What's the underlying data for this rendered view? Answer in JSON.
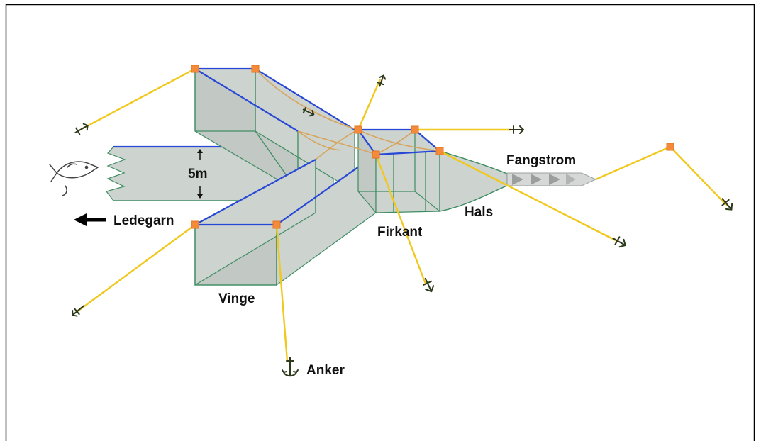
{
  "diagram": {
    "labels": {
      "ledegarn": "Ledegarn",
      "depth": "5m",
      "vinge": "Vinge",
      "firkant": "Firkant",
      "hals": "Hals",
      "fangstrom": "Fangstrom",
      "anker": "Anker"
    },
    "colors": {
      "frame": "#000000",
      "headrope": "#2747d6",
      "anchor_line": "#f0c81e",
      "buoy": "#f58a3a",
      "net": "#cdd3cf",
      "net_edge": "#3f8d63",
      "cross_rope": "#d7a45c",
      "anchor": "#2d3a1c"
    }
  }
}
